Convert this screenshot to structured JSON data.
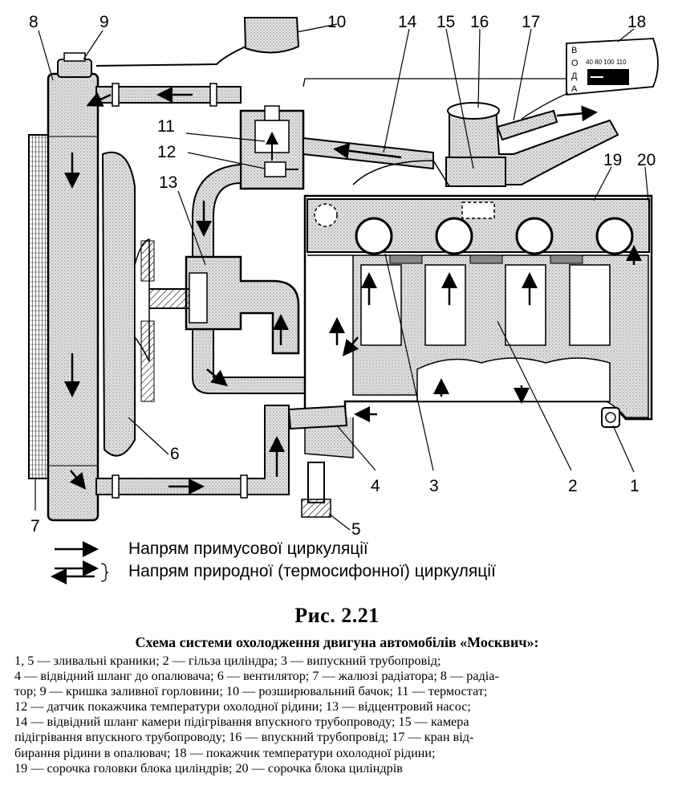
{
  "diagram": {
    "callouts": [
      "1",
      "2",
      "3",
      "4",
      "5",
      "6",
      "7",
      "8",
      "9",
      "10",
      "11",
      "12",
      "13",
      "14",
      "15",
      "16",
      "17",
      "18",
      "19",
      "20"
    ],
    "gauge_letters": [
      "В",
      "О",
      "Д",
      "А"
    ],
    "gauge_scale": "40 80 100 110"
  },
  "legend": {
    "forced": "Напрям примусової циркуляції",
    "natural": "Напрям природної (термосифонної) циркуляції"
  },
  "figure": {
    "number": "Рис. 2.21",
    "title": "Схема системи охолодження двигуна автомобілів «Москвич»:"
  },
  "caption_lines": [
    "1, 5 — зливальні краники; 2 — гільза циліндра; 3 — випускний трубопровід;",
    "4 — відвідний шланг до опалювача; 6 — вентилятор; 7 — жалюзі радіатора; 8 — радіа-",
    "тор; 9 — кришка заливної горловини; 10 — розширювальний бачок; 11 — термостат;",
    "12 — датчик покажчика температури охолодної рідини; 13 — відцентровий насос;",
    "14 — відвідний шланг камери підігрівання впускного трубопроводу; 15 — камера",
    "підігрівання впускного трубопроводу; 16 — впускний трубопровід; 17 — кран від-",
    "бирання рідини в опалювач; 18 — покажчик температури охолодної рідини;",
    "19 — сорочка головки блока циліндрів; 20 — сорочка блока циліндрів"
  ]
}
